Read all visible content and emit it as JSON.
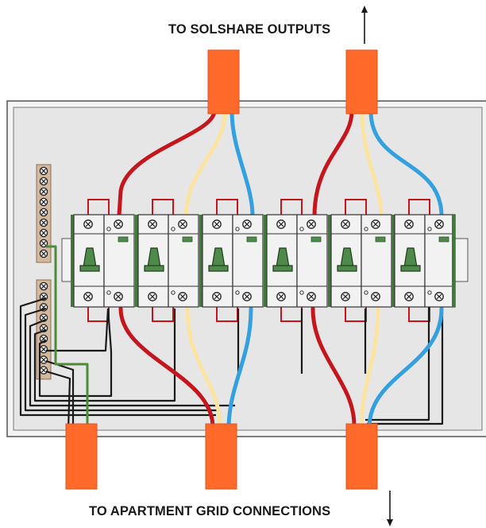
{
  "labels": {
    "top": "TO SOLSHARE OUTPUTS",
    "bottom": "TO APARTMENT GRID CONNECTIONS"
  },
  "colors": {
    "background": "#ffffff",
    "enclosure_fill": "#e6e6e6",
    "enclosure_stroke": "#555555",
    "conduit_orange": "#ff6a2a",
    "wire_red": "#c4161c",
    "wire_yellow": "#fbe3a1",
    "wire_blue": "#35a0e0",
    "wire_black": "#1a1a1a",
    "wire_green": "#4f8a3a",
    "breaker_body": "#f2f2f2",
    "toggle_green": "#4e8a4a",
    "din_rail": "#3f7a3a",
    "terminal_bar": "#d4b89e"
  },
  "conduits": {
    "top": [
      "left-output-conduit",
      "right-output-conduit"
    ],
    "bottom": [
      "earth-grid-conduit",
      "middle-grid-conduit",
      "right-grid-conduit"
    ]
  },
  "breakers": [
    {
      "id": "breaker-1",
      "has_toggle": true
    },
    {
      "id": "breaker-2",
      "has_toggle": true
    },
    {
      "id": "breaker-3",
      "has_toggle": true
    },
    {
      "id": "breaker-4",
      "has_toggle": true
    },
    {
      "id": "breaker-5",
      "has_toggle": true
    },
    {
      "id": "breaker-6",
      "has_toggle": true
    }
  ]
}
